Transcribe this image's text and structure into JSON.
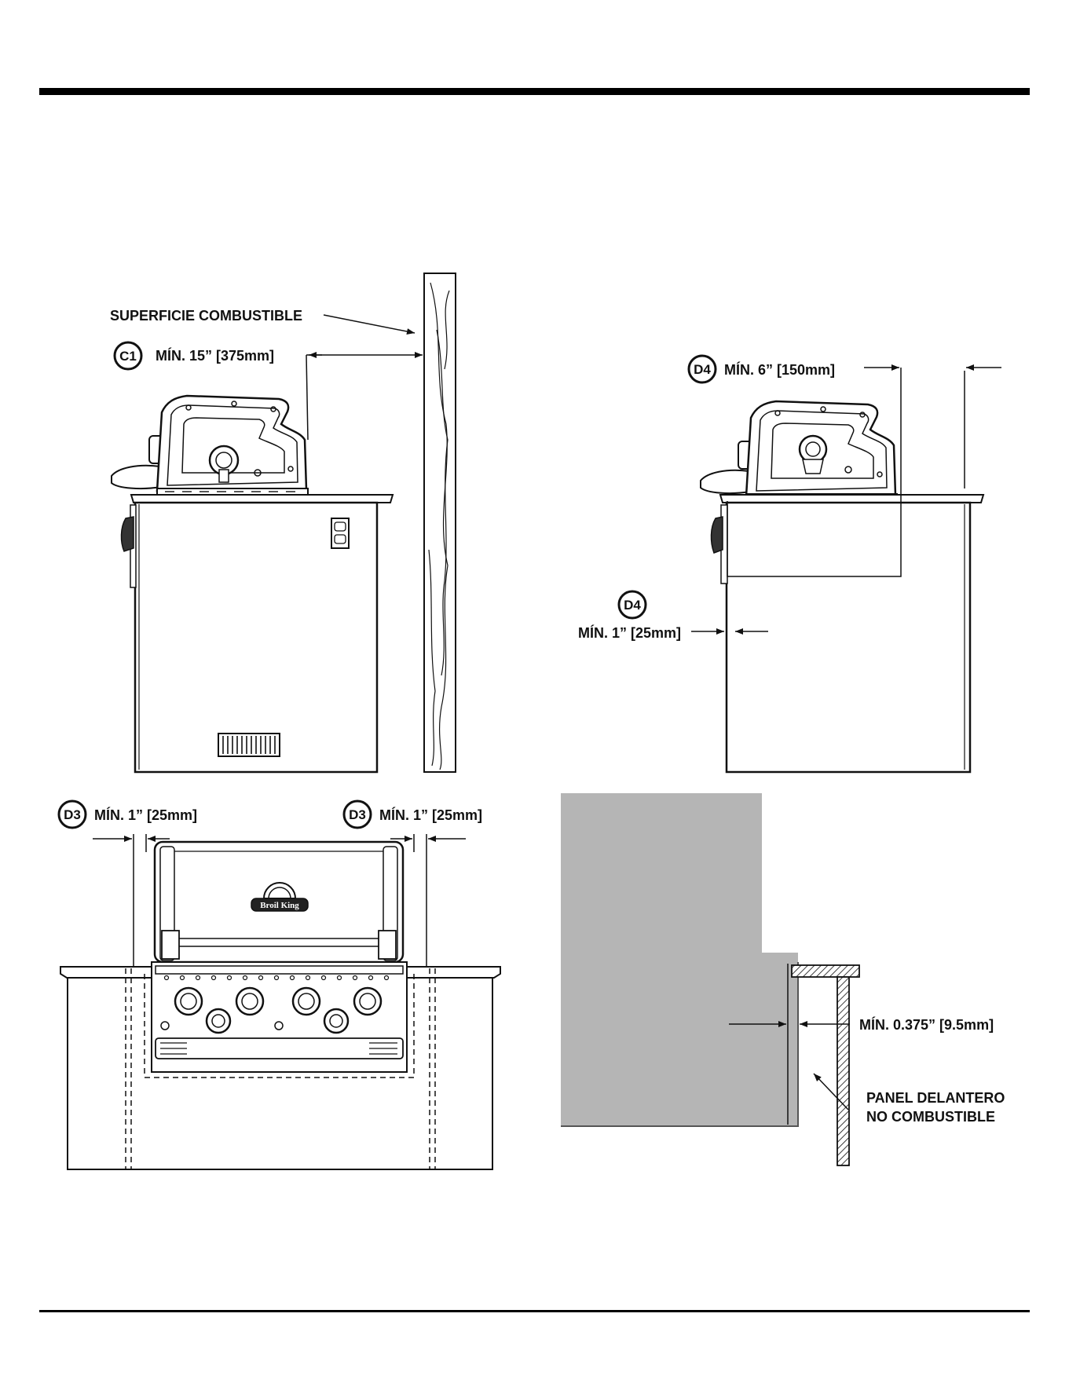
{
  "labels": {
    "superficie_combustible": "SUPERFICIE COMBUSTIBLE",
    "c1_badge": "C1",
    "c1_text": "MÍN. 15” [375mm]",
    "d4_top_badge": "D4",
    "d4_top_text": "MÍN. 6” [150mm]",
    "d4_side_badge": "D4",
    "d4_side_text": "MÍN. 1” [25mm]",
    "d3_left_badge": "D3",
    "d3_left_text": "MÍN. 1” [25mm]",
    "d3_right_badge": "D3",
    "d3_right_text": "MÍN. 1” [25mm]",
    "gap_text": "MÍN. 0.375” [9.5mm]",
    "panel_line1": "PANEL DELANTERO",
    "panel_line2": "NO COMBUSTIBLE",
    "logo_text": "Broil King"
  },
  "colors": {
    "ink": "#111111",
    "rule": "#000000",
    "grey_fill": "#b5b5b5",
    "wood": "#ffffff"
  }
}
